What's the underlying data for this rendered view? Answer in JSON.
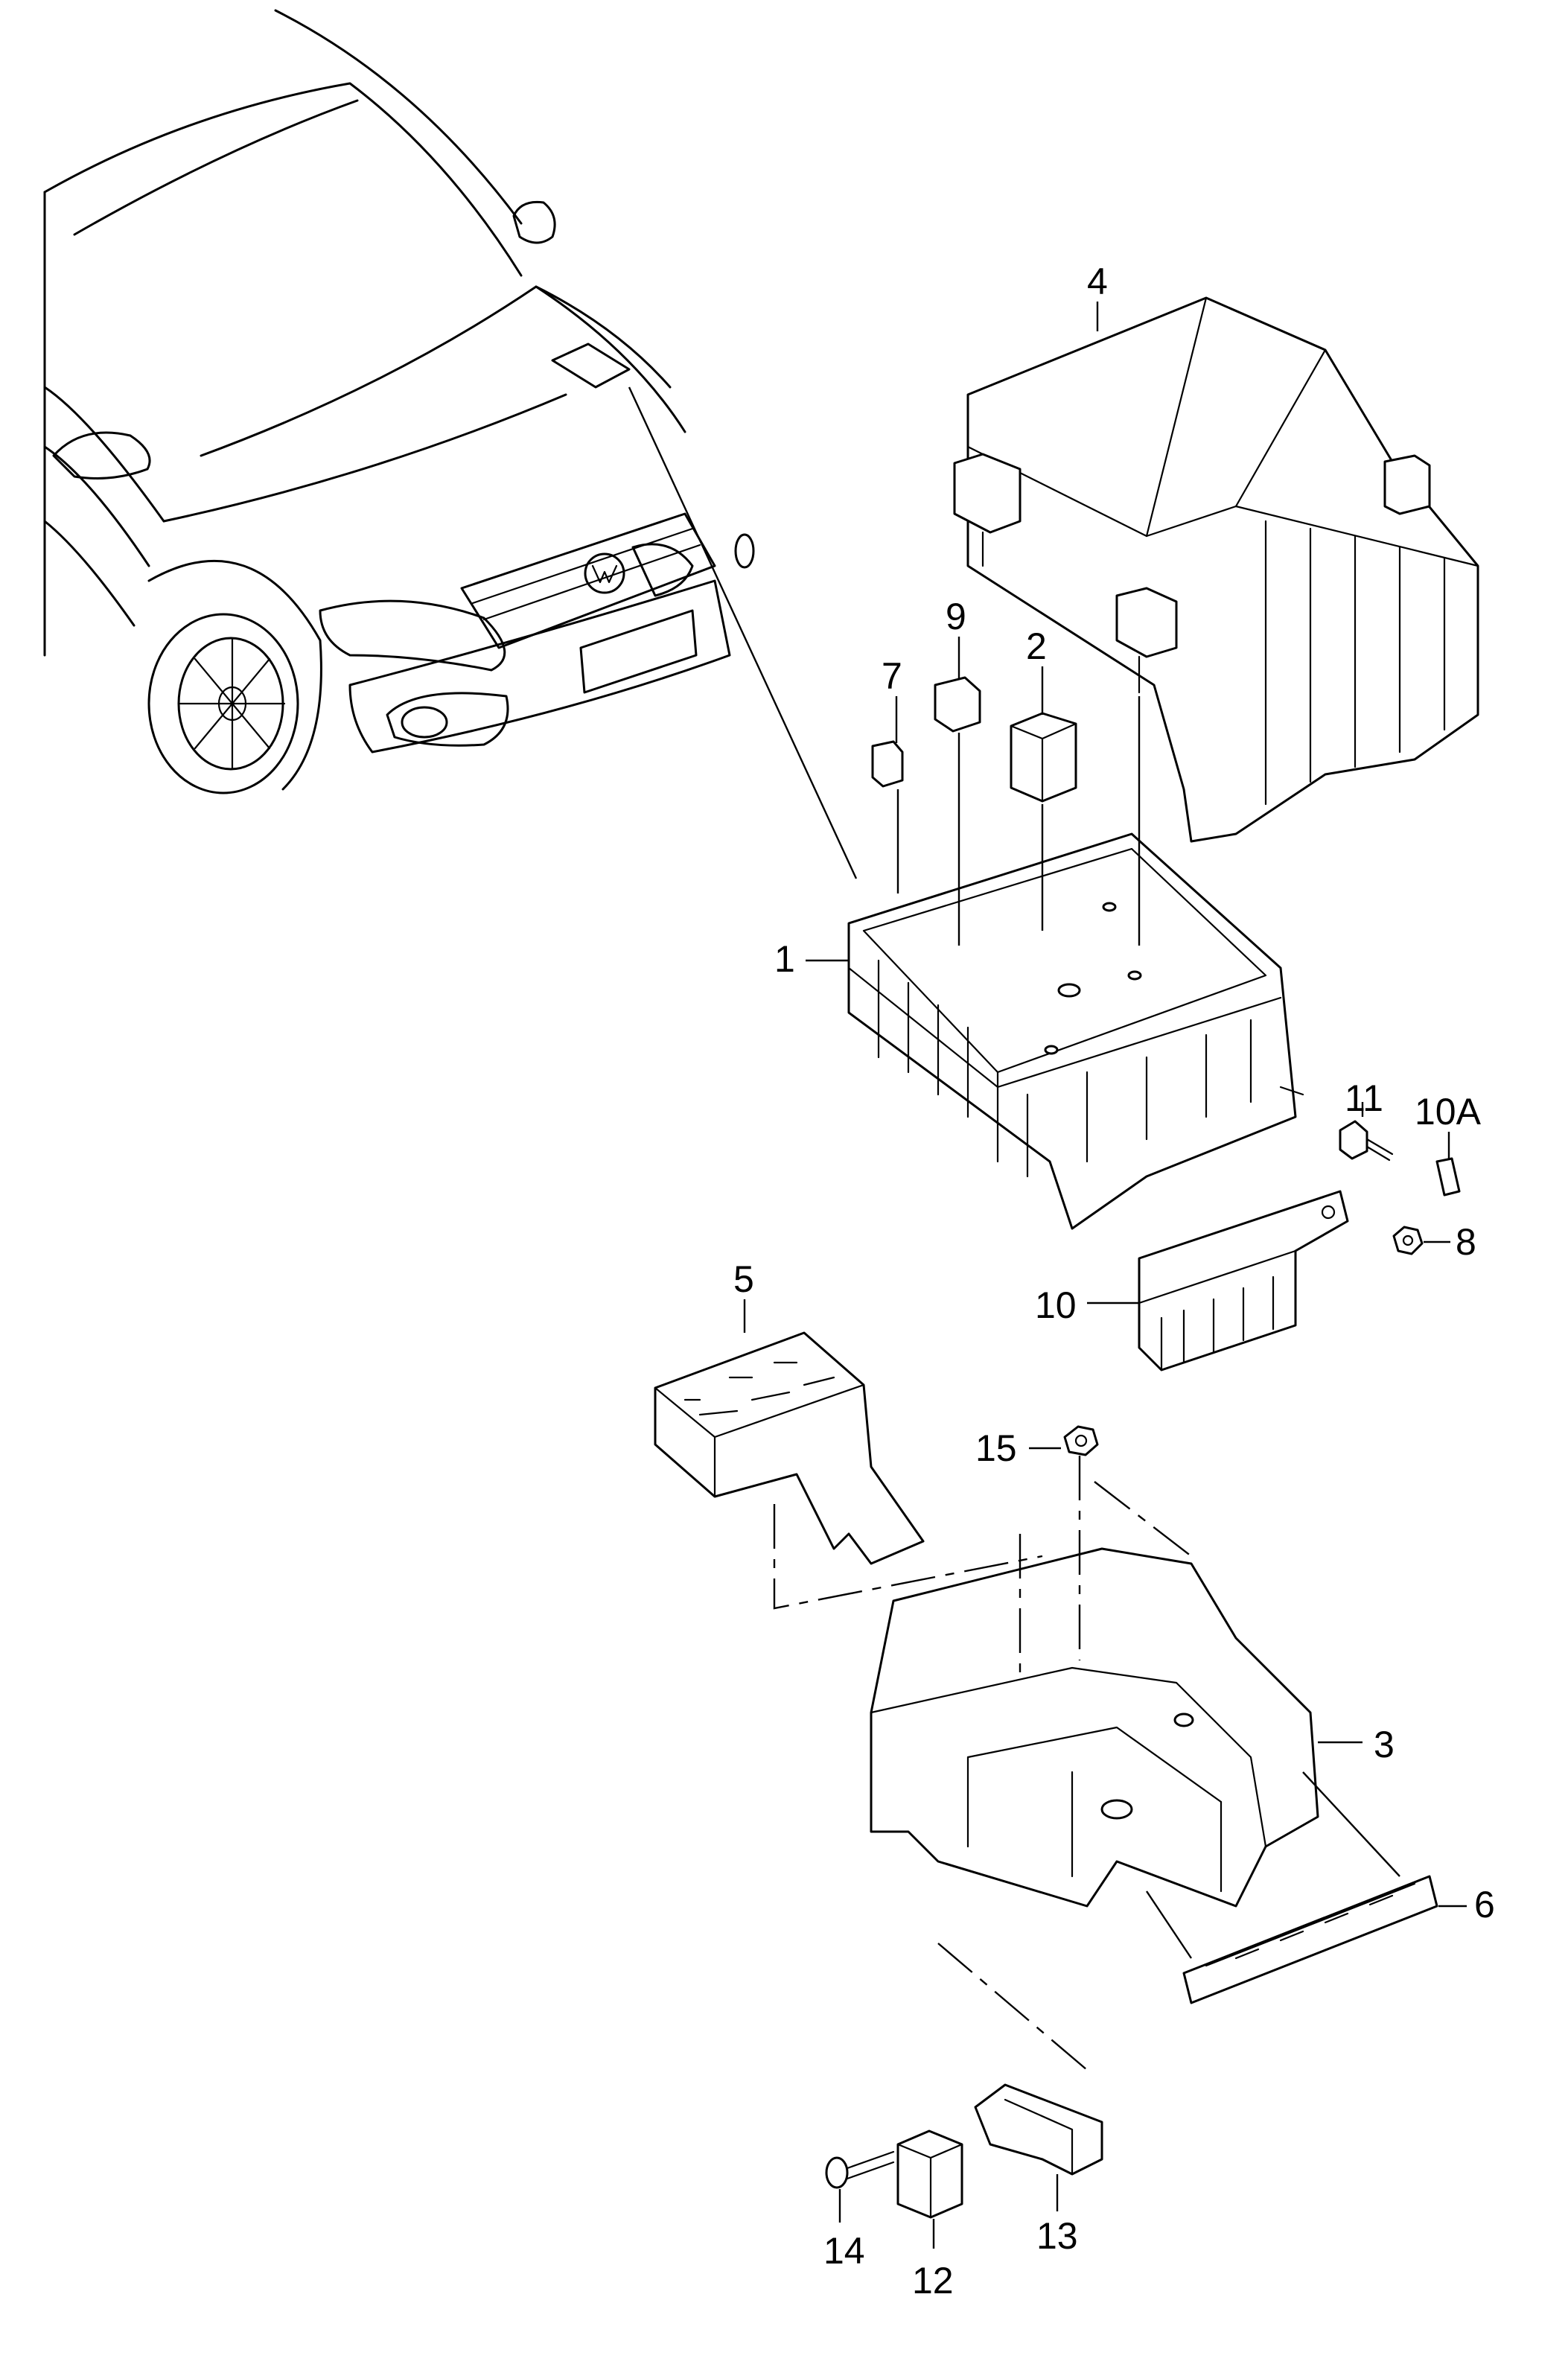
{
  "callouts": {
    "c1": "1",
    "c2": "2",
    "c3": "3",
    "c4": "4",
    "c5": "5",
    "c6": "6",
    "c7": "7",
    "c8": "8",
    "c9": "9",
    "c10": "10",
    "c10a": "10A",
    "c11": "11",
    "c12": "12",
    "c13": "13",
    "c14": "14",
    "c15": "15"
  }
}
